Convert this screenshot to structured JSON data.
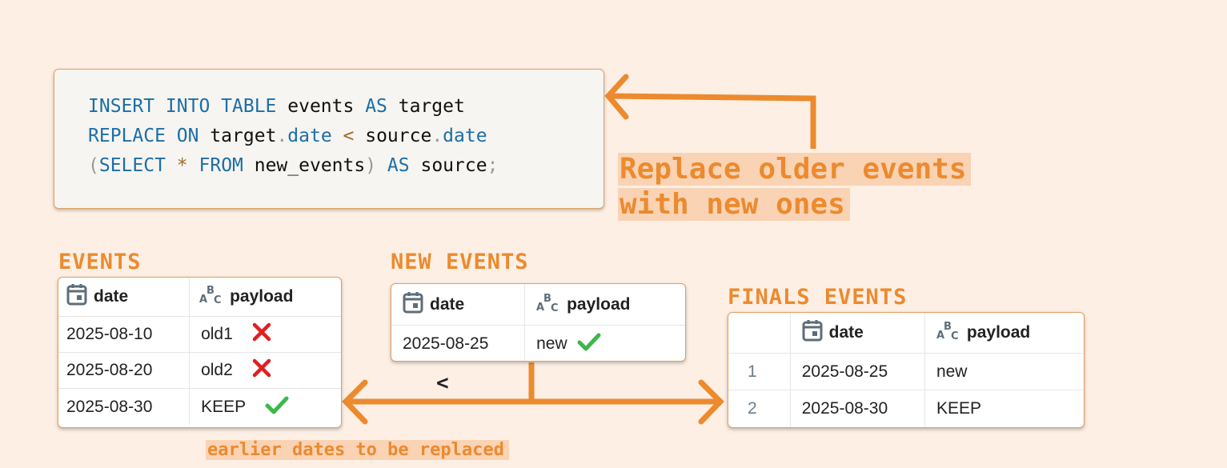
{
  "code": {
    "line1": {
      "kw1": "INSERT INTO TABLE",
      "ident1": " events ",
      "kw2": "AS",
      "ident2": " target"
    },
    "line2": {
      "kw1": "REPLACE ON",
      "ident1": " target",
      "dot1": ".",
      "field1": "date",
      "op": " < ",
      "ident2": "source",
      "dot2": ".",
      "field2": "date"
    },
    "line3": {
      "p1": "(",
      "kw1": "SELECT",
      "star": " * ",
      "kw2": "FROM",
      "ident1": " new_events",
      "p2": ")",
      "kw3": " AS",
      "ident2": " source",
      "semi": ";"
    }
  },
  "annotation_main": [
    "Replace older events",
    "with new ones"
  ],
  "annotation_compare": "earlier dates to be replaced",
  "compare_operator": "<",
  "events": {
    "title": "EVENTS",
    "headers": {
      "date": "date",
      "payload": "payload"
    },
    "rows": [
      {
        "date": "2025-08-10",
        "payload": "old1",
        "mark": "cross"
      },
      {
        "date": "2025-08-20",
        "payload": "old2",
        "mark": "cross"
      },
      {
        "date": "2025-08-30",
        "payload": "KEEP",
        "mark": "check"
      }
    ]
  },
  "new_events": {
    "title": "NEW EVENTS",
    "headers": {
      "date": "date",
      "payload": "payload"
    },
    "rows": [
      {
        "date": "2025-08-25",
        "payload": "new",
        "mark": "check"
      }
    ]
  },
  "final_events": {
    "title": "FINALS EVENTS",
    "headers": {
      "date": "date",
      "payload": "payload"
    },
    "rows": [
      {
        "num": "1",
        "date": "2025-08-25",
        "payload": "new"
      },
      {
        "num": "2",
        "date": "2025-08-30",
        "payload": "KEEP"
      }
    ]
  },
  "colors": {
    "accent": "#ec8a2e",
    "highlight": "#f9d3b4",
    "cross": "#e02020",
    "check": "#3cb84a",
    "keyword": "#1b6fa8"
  }
}
